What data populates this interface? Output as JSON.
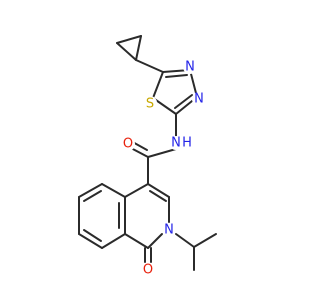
{
  "colors": {
    "bond": "#2b2b2b",
    "nitrogen": "#2424e8",
    "oxygen": "#e8200c",
    "sulfur": "#c8a800",
    "background": "#ffffff"
  },
  "atoms": {
    "s1": "S",
    "n_thiadiazole_upper": "N",
    "n_thiadiazole_lower": "N",
    "nh": "N",
    "h": "H",
    "o_amide": "O",
    "n_ring": "N",
    "o_ring": "O"
  }
}
